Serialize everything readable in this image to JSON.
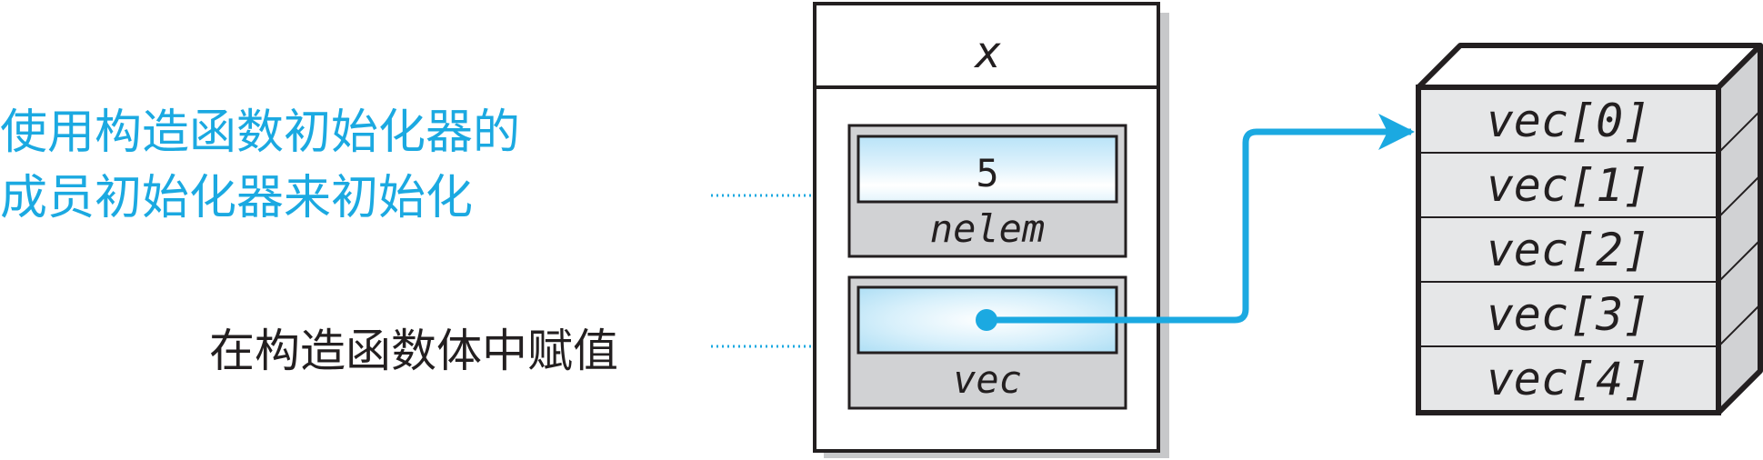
{
  "colors": {
    "accent": "#1ba9e1",
    "ink": "#231f20",
    "panel": "#d1d2d4",
    "shadow": "#c7c8ca",
    "field_top": "#b9e3f8",
    "field_mid": "#ffffff"
  },
  "labels": {
    "member_init_line1": "使用构造函数初始化器的",
    "member_init_line2": "成员初始化器来初始化",
    "body_assign": "在构造函数体中赋值"
  },
  "object": {
    "name": "x",
    "fields": [
      {
        "name": "nelem",
        "value": "5"
      },
      {
        "name": "vec",
        "value": ""
      }
    ]
  },
  "array": {
    "name": "vec",
    "elements": [
      "vec[0]",
      "vec[1]",
      "vec[2]",
      "vec[3]",
      "vec[4]"
    ]
  }
}
